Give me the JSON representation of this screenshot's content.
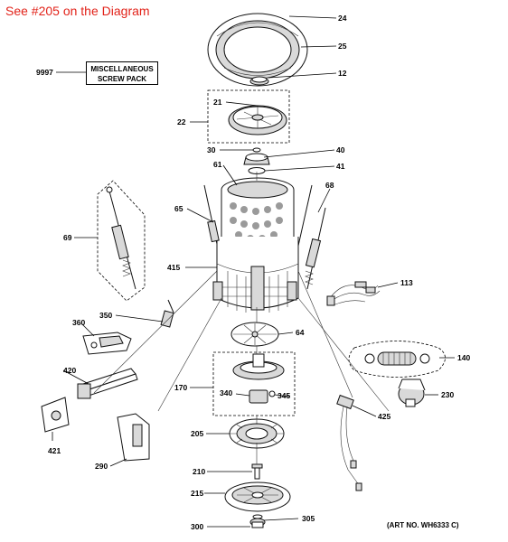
{
  "header_note": "See #205 on the Diagram",
  "misc_box": {
    "line1": "MISCELLANEOUS",
    "line2": "SCREW PACK"
  },
  "art_number": "(ART NO. WH6333 C)",
  "callouts": {
    "c24": "24",
    "c25": "25",
    "c9997": "9997",
    "c12": "12",
    "c21": "21",
    "c22": "22",
    "c30": "30",
    "c40": "40",
    "c41": "41",
    "c61": "61",
    "c68": "68",
    "c65": "65",
    "c69": "69",
    "c415": "415",
    "c113": "113",
    "c350": "350",
    "c360": "360",
    "c64": "64",
    "c140": "140",
    "c420": "420",
    "c170": "170",
    "c340": "340",
    "c345": "345",
    "c230": "230",
    "c425": "425",
    "c421": "421",
    "c205": "205",
    "c290": "290",
    "c210": "210",
    "c215": "215",
    "c300": "300",
    "c305": "305"
  }
}
